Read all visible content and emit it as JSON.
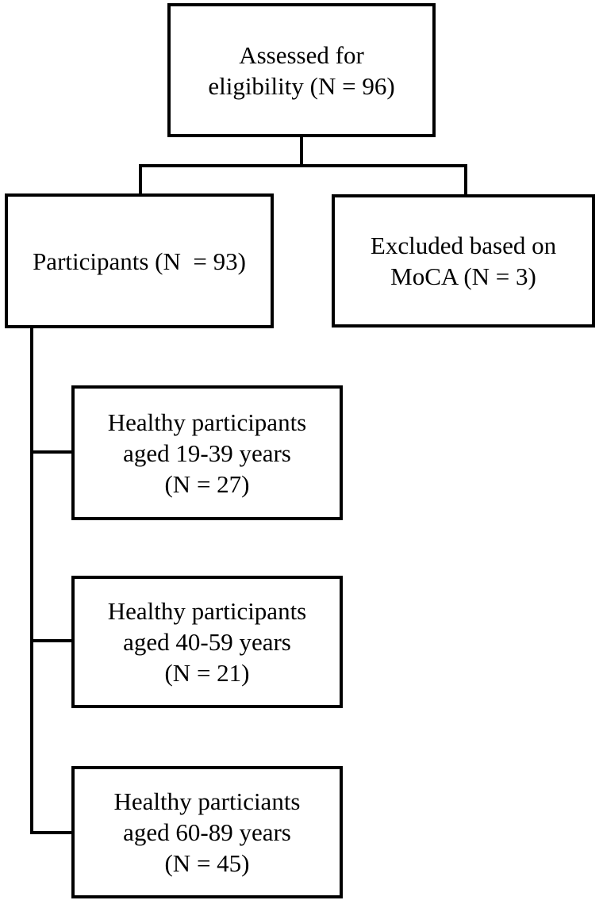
{
  "diagram": {
    "type": "flowchart",
    "colors": {
      "line": "#000000",
      "text": "#000000",
      "background": "#ffffff"
    },
    "nodes": {
      "assessed": {
        "lines": [
          "Assessed for",
          "eligibility (N = 96)"
        ],
        "n": 96
      },
      "participants": {
        "lines": [
          "Participants (N  = 93)"
        ],
        "n": 93
      },
      "excluded": {
        "lines": [
          "Excluded based on",
          "MoCA (N = 3)"
        ],
        "n": 3
      },
      "group_19_39": {
        "lines": [
          "Healthy participants",
          "aged 19-39 years",
          "(N = 27)"
        ],
        "n": 27
      },
      "group_40_59": {
        "lines": [
          "Healthy participants",
          "aged 40-59 years",
          "(N = 21)"
        ],
        "n": 21
      },
      "group_60_89": {
        "lines": [
          "Healthy particiants",
          "aged 60-89 years",
          "(N = 45)"
        ],
        "n": 45
      }
    },
    "edges": [
      "assessed -> participants",
      "assessed -> excluded",
      "participants -> group_19_39",
      "participants -> group_40_59",
      "participants -> group_60_89"
    ]
  }
}
